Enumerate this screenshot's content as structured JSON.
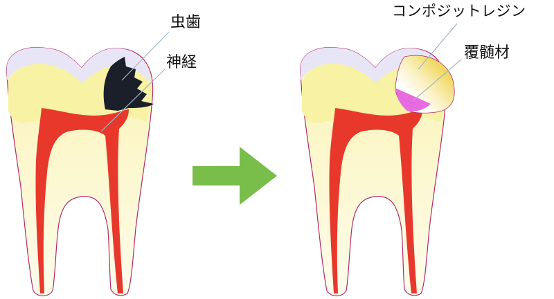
{
  "labels": {
    "caries": "虫歯",
    "nerve": "神経",
    "composite_resin": "コンポジットレジン",
    "base_liner": "覆髄材"
  },
  "colors": {
    "enamel": "#e8e6f6",
    "crown": "#f7f2a4",
    "root": "#fdf9d2",
    "outline": "#b02a6c",
    "pulp": "#e8382b",
    "caries": "#1b1f2a",
    "resin_light": "#ffffff",
    "resin_yellow": "#f1dc6a",
    "liner": "#e76be0",
    "arrow": "#79bd4a",
    "leader_line": "#9fb6c6"
  },
  "icons": {
    "arrow": "right-arrow-icon"
  }
}
